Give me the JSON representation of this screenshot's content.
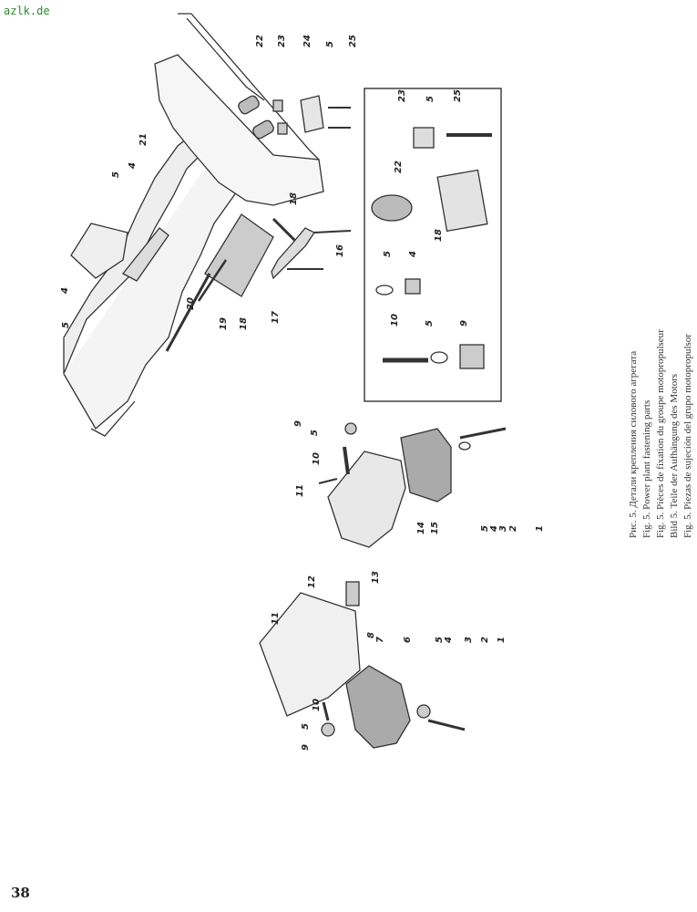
{
  "watermark": "azlk.de",
  "page_number": "38",
  "captions": [
    "Рис. 5. Детали крепления силового агрегата",
    "Fig. 5. Power plant fastening parts",
    "Fig. 5. Pièces de fixation du groupe motopropulseur",
    "Bild 5. Teile der Aufhängung des Motors",
    "Fig. 5. Piezas de sujeción del grupo motopropulsor"
  ],
  "callouts": {
    "top": [
      "22",
      "23",
      "24",
      "5",
      "25"
    ],
    "left_assembly": [
      "21",
      "5",
      "4",
      "4",
      "5",
      "20",
      "19",
      "18",
      "18",
      "17",
      "16"
    ],
    "inset": [
      "23",
      "5",
      "25",
      "22",
      "18",
      "5",
      "4",
      "10",
      "5",
      "9"
    ],
    "middle": [
      "11",
      "10",
      "5",
      "9",
      "14",
      "15",
      "5",
      "4",
      "3",
      "2",
      "1"
    ],
    "bottom": [
      "13",
      "12",
      "11",
      "8",
      "7",
      "6",
      "5",
      "4",
      "3",
      "2",
      "1",
      "10",
      "5",
      "9"
    ]
  }
}
